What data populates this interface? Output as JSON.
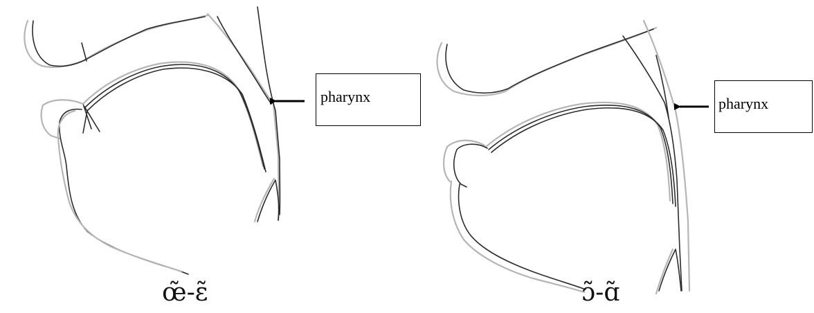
{
  "panels": [
    {
      "label": "pharynx",
      "caption": "œ̃-ɛ̃"
    },
    {
      "label": "pharynx",
      "caption": "ɔ̃-ɑ̃"
    }
  ]
}
